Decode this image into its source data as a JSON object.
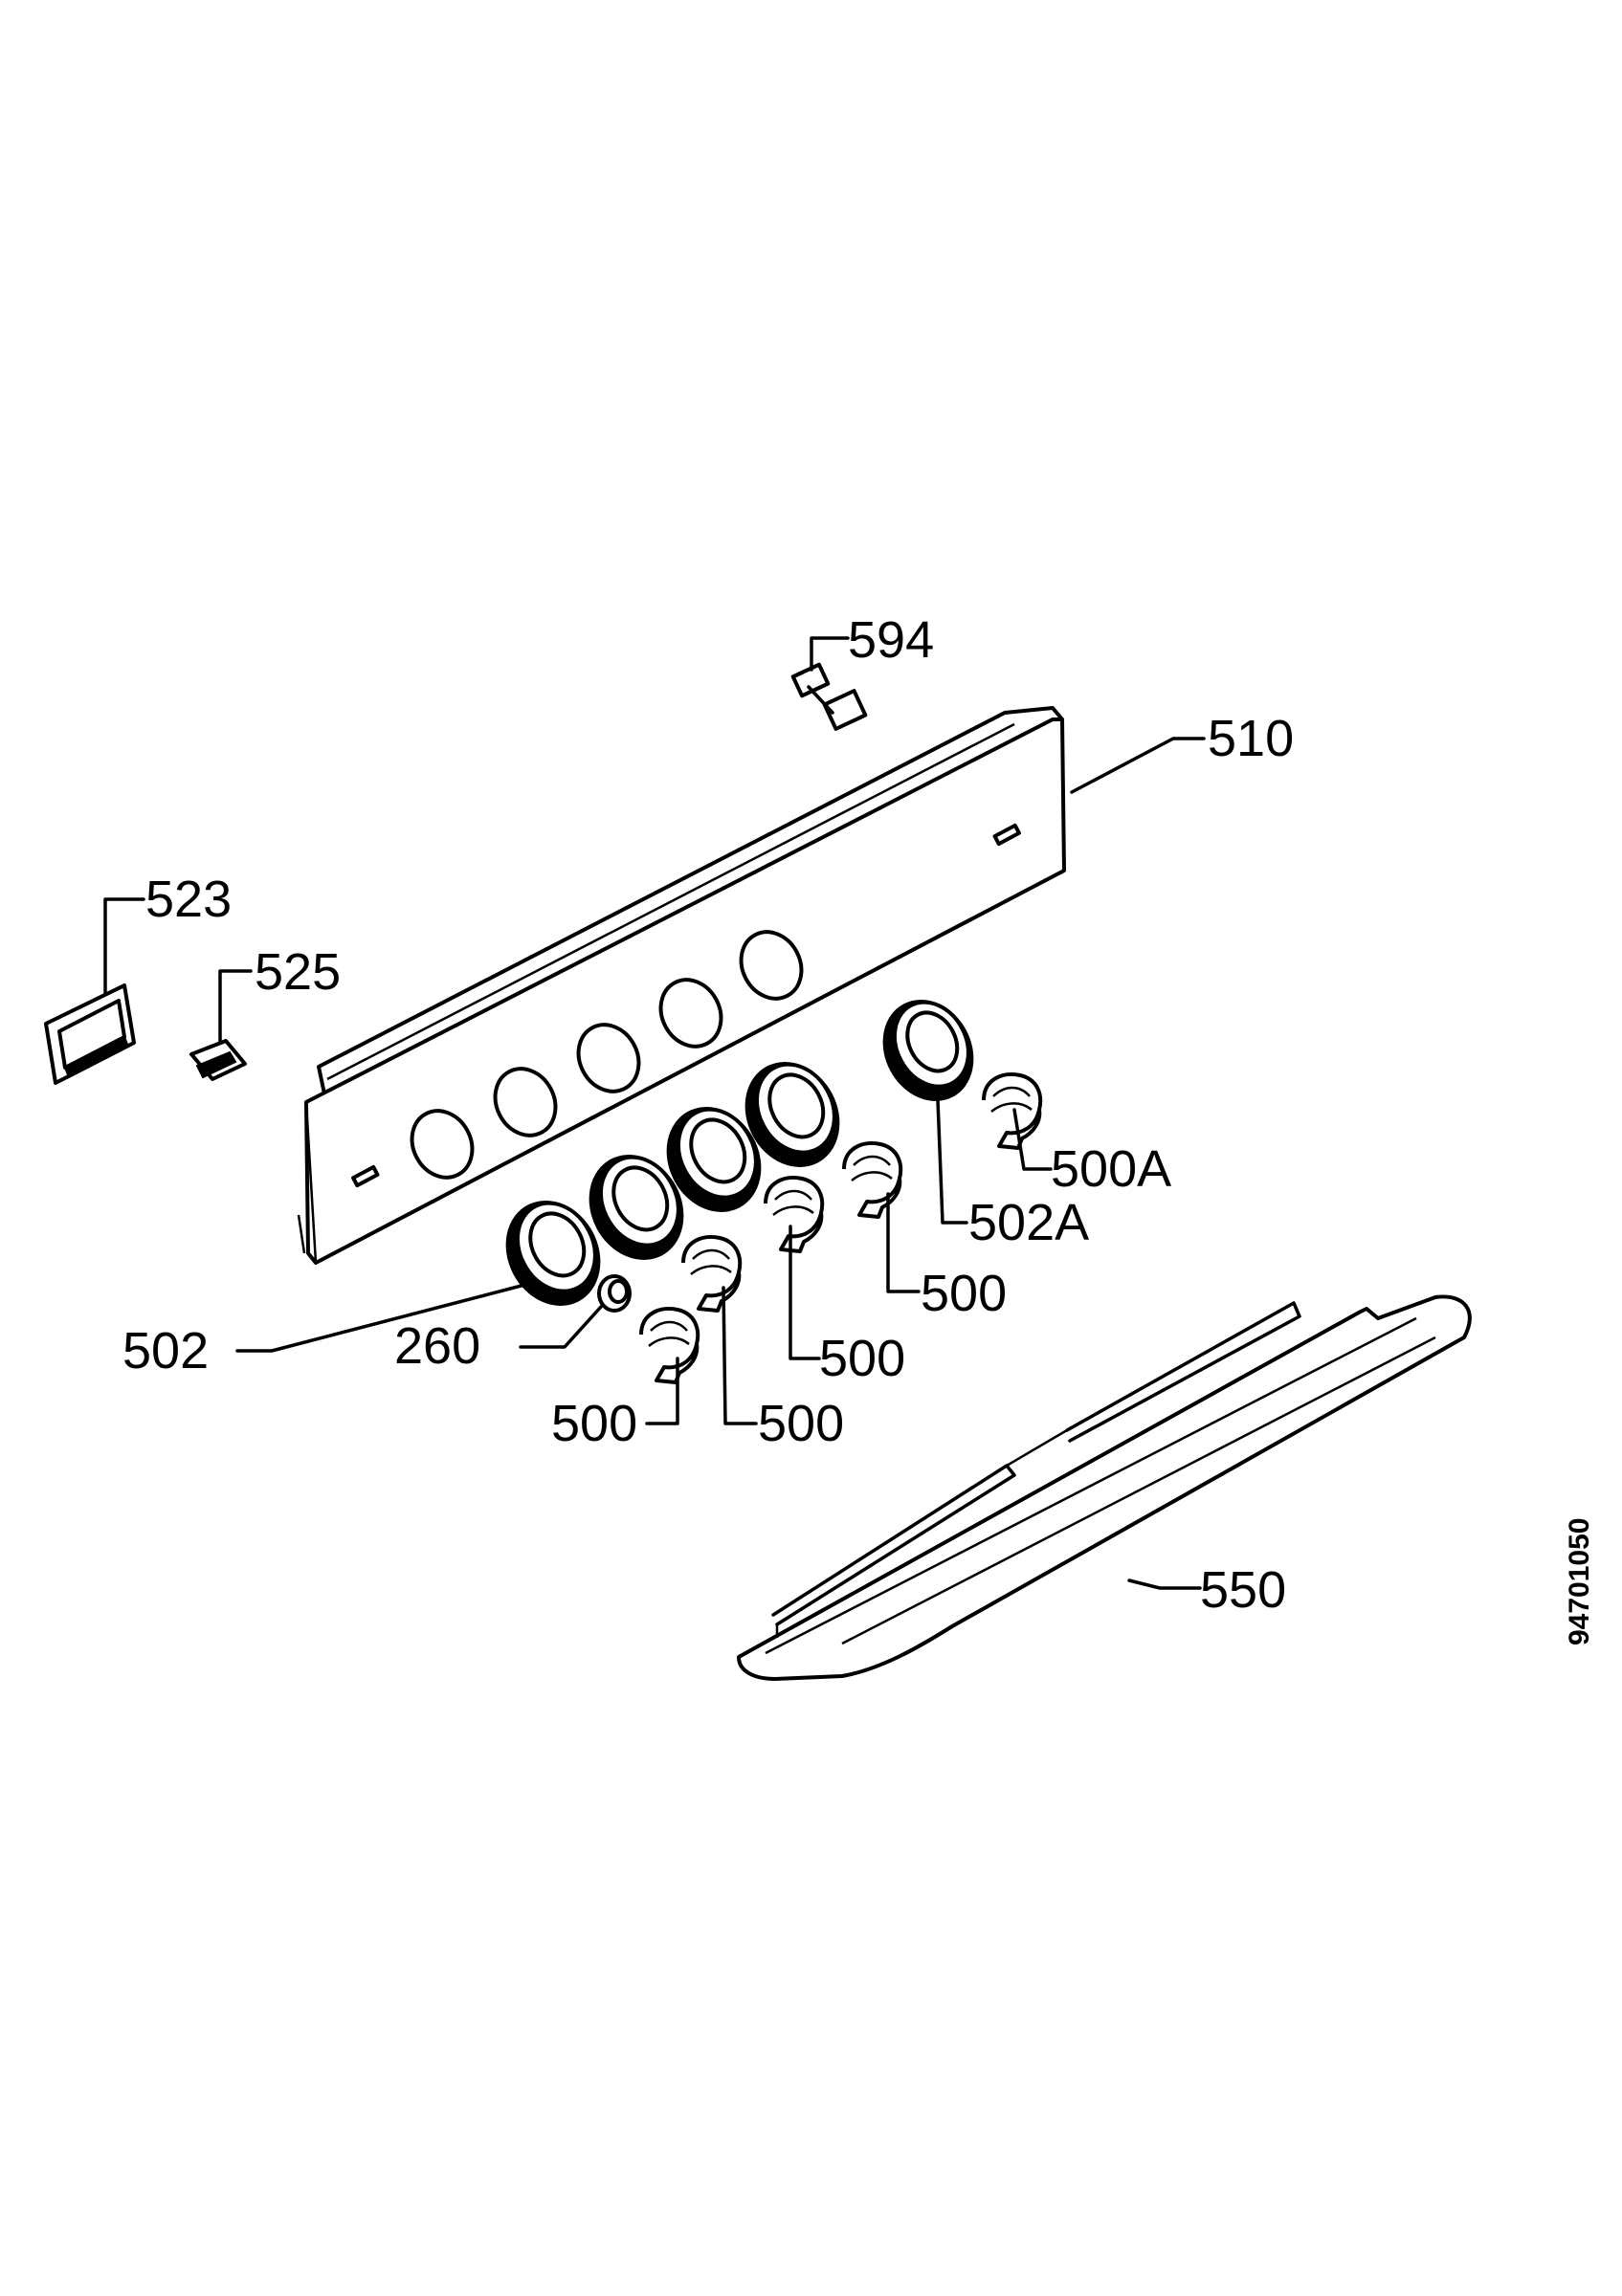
{
  "labels": {
    "l594": "594",
    "l510": "510",
    "l523": "523",
    "l525": "525",
    "l500A": "500A",
    "l502A": "502A",
    "l500_r": "500",
    "l500_m": "500",
    "l500_b1": "500",
    "l500_b2": "500",
    "l502": "502",
    "l260": "260",
    "l550": "550"
  },
  "diagram_code": "94701050"
}
